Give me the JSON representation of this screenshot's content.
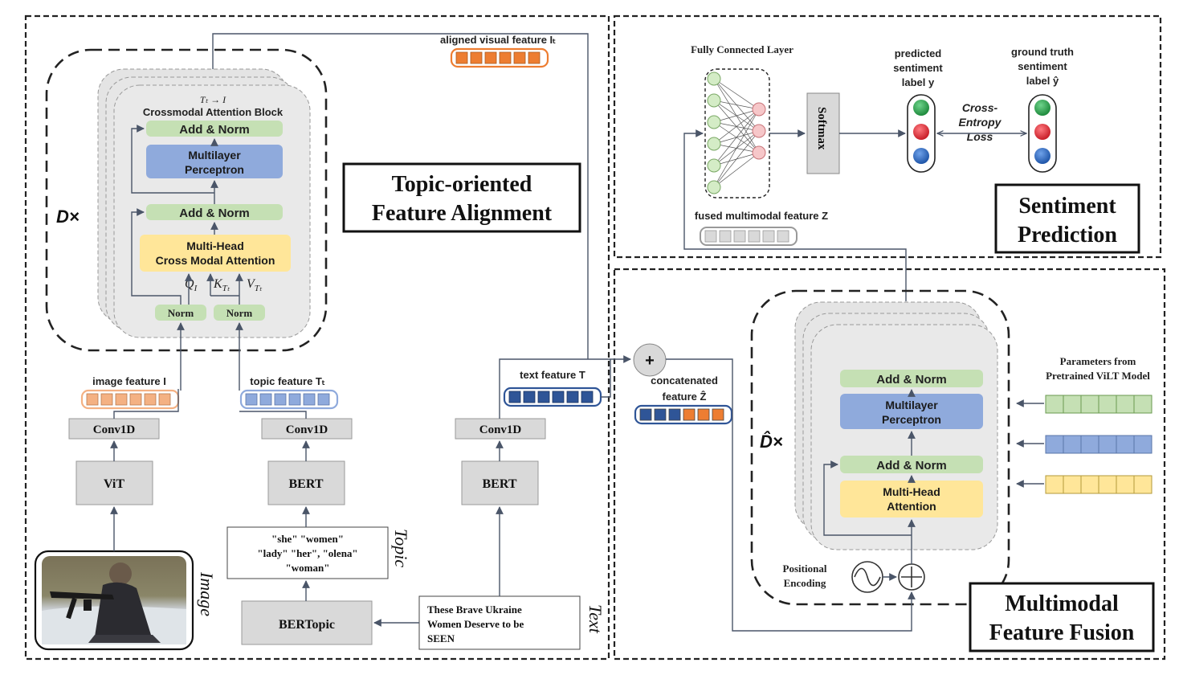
{
  "panels": {
    "alignment_title": [
      "Topic-oriented",
      "Feature Alignment"
    ],
    "sentiment_title": [
      "Sentiment",
      "Prediction"
    ],
    "fusion_title": [
      "Multimodal",
      "Feature Fusion"
    ]
  },
  "alignment": {
    "repeat_label": "D×",
    "block_title_math": "Tₜ → I",
    "block_title": "Crossmodal Attention Block",
    "add_norm_top": "Add & Norm",
    "mlp": [
      "Multilayer",
      "Perceptron"
    ],
    "add_norm_mid": "Add & Norm",
    "cross_attention": [
      "Multi-Head",
      "Cross Modal Attention"
    ],
    "q_label": "Q",
    "q_sub": "I",
    "k_label": "K",
    "k_sub": "Tₜ",
    "v_label": "V",
    "v_sub": "Tₜ",
    "norm_left": "Norm",
    "norm_right": "Norm",
    "aligned_label": "aligned visual feature Iₜ",
    "image_feature_label": "image feature I",
    "topic_feature_label": "topic feature Tₜ",
    "text_feature_label": "text feature T",
    "conv_image": "Conv1D",
    "conv_topic": "Conv1D",
    "conv_text": "Conv1D",
    "vit": "ViT",
    "bert_topic": "BERT",
    "bert_text": "BERT",
    "topic_words": [
      "\"she\" \"women\"",
      "\"lady\" \"her\", \"olena\"",
      "\"woman\""
    ],
    "bertopic": "BERTopic",
    "text_input": [
      "These Brave Ukraine",
      "Women Deserve to be",
      "SEEN"
    ],
    "image_side_label": "Image",
    "topic_side_label": "Topic",
    "text_side_label": "Text"
  },
  "sentiment": {
    "fc_label": "Fully Connected Layer",
    "softmax": "Softmax",
    "predicted_label": [
      "predicted",
      "sentiment",
      "label y"
    ],
    "ground_truth_label": [
      "ground truth",
      "sentiment",
      "label ŷ"
    ],
    "loss_label": [
      "Cross-",
      "Entropy",
      "Loss"
    ],
    "fused_label": "fused multimodal feature Z"
  },
  "fusion": {
    "plus": "+",
    "concat_label": [
      "concatenated",
      "feature Ẑ"
    ],
    "repeat_label": "D̂×",
    "add_norm_top": "Add & Norm",
    "mlp": [
      "Multilayer",
      "Perceptron"
    ],
    "add_norm_mid": "Add & Norm",
    "attention": [
      "Multi-Head",
      "Attention"
    ],
    "positional": [
      "Positional",
      "Encoding"
    ],
    "params_label": [
      "Parameters from",
      "Pretrained ViLT Model"
    ]
  },
  "colors": {
    "orange": "#ed7d31",
    "orange_light": "#f4b183",
    "blue_dark": "#2f5597",
    "blue_mid": "#8faadc",
    "green_light": "#c5e0b4",
    "yellow": "#ffe699",
    "gray_box": "#d9d9d9",
    "red": "#e0303a",
    "green": "#2fa84f",
    "blue": "#2f6fc4"
  }
}
